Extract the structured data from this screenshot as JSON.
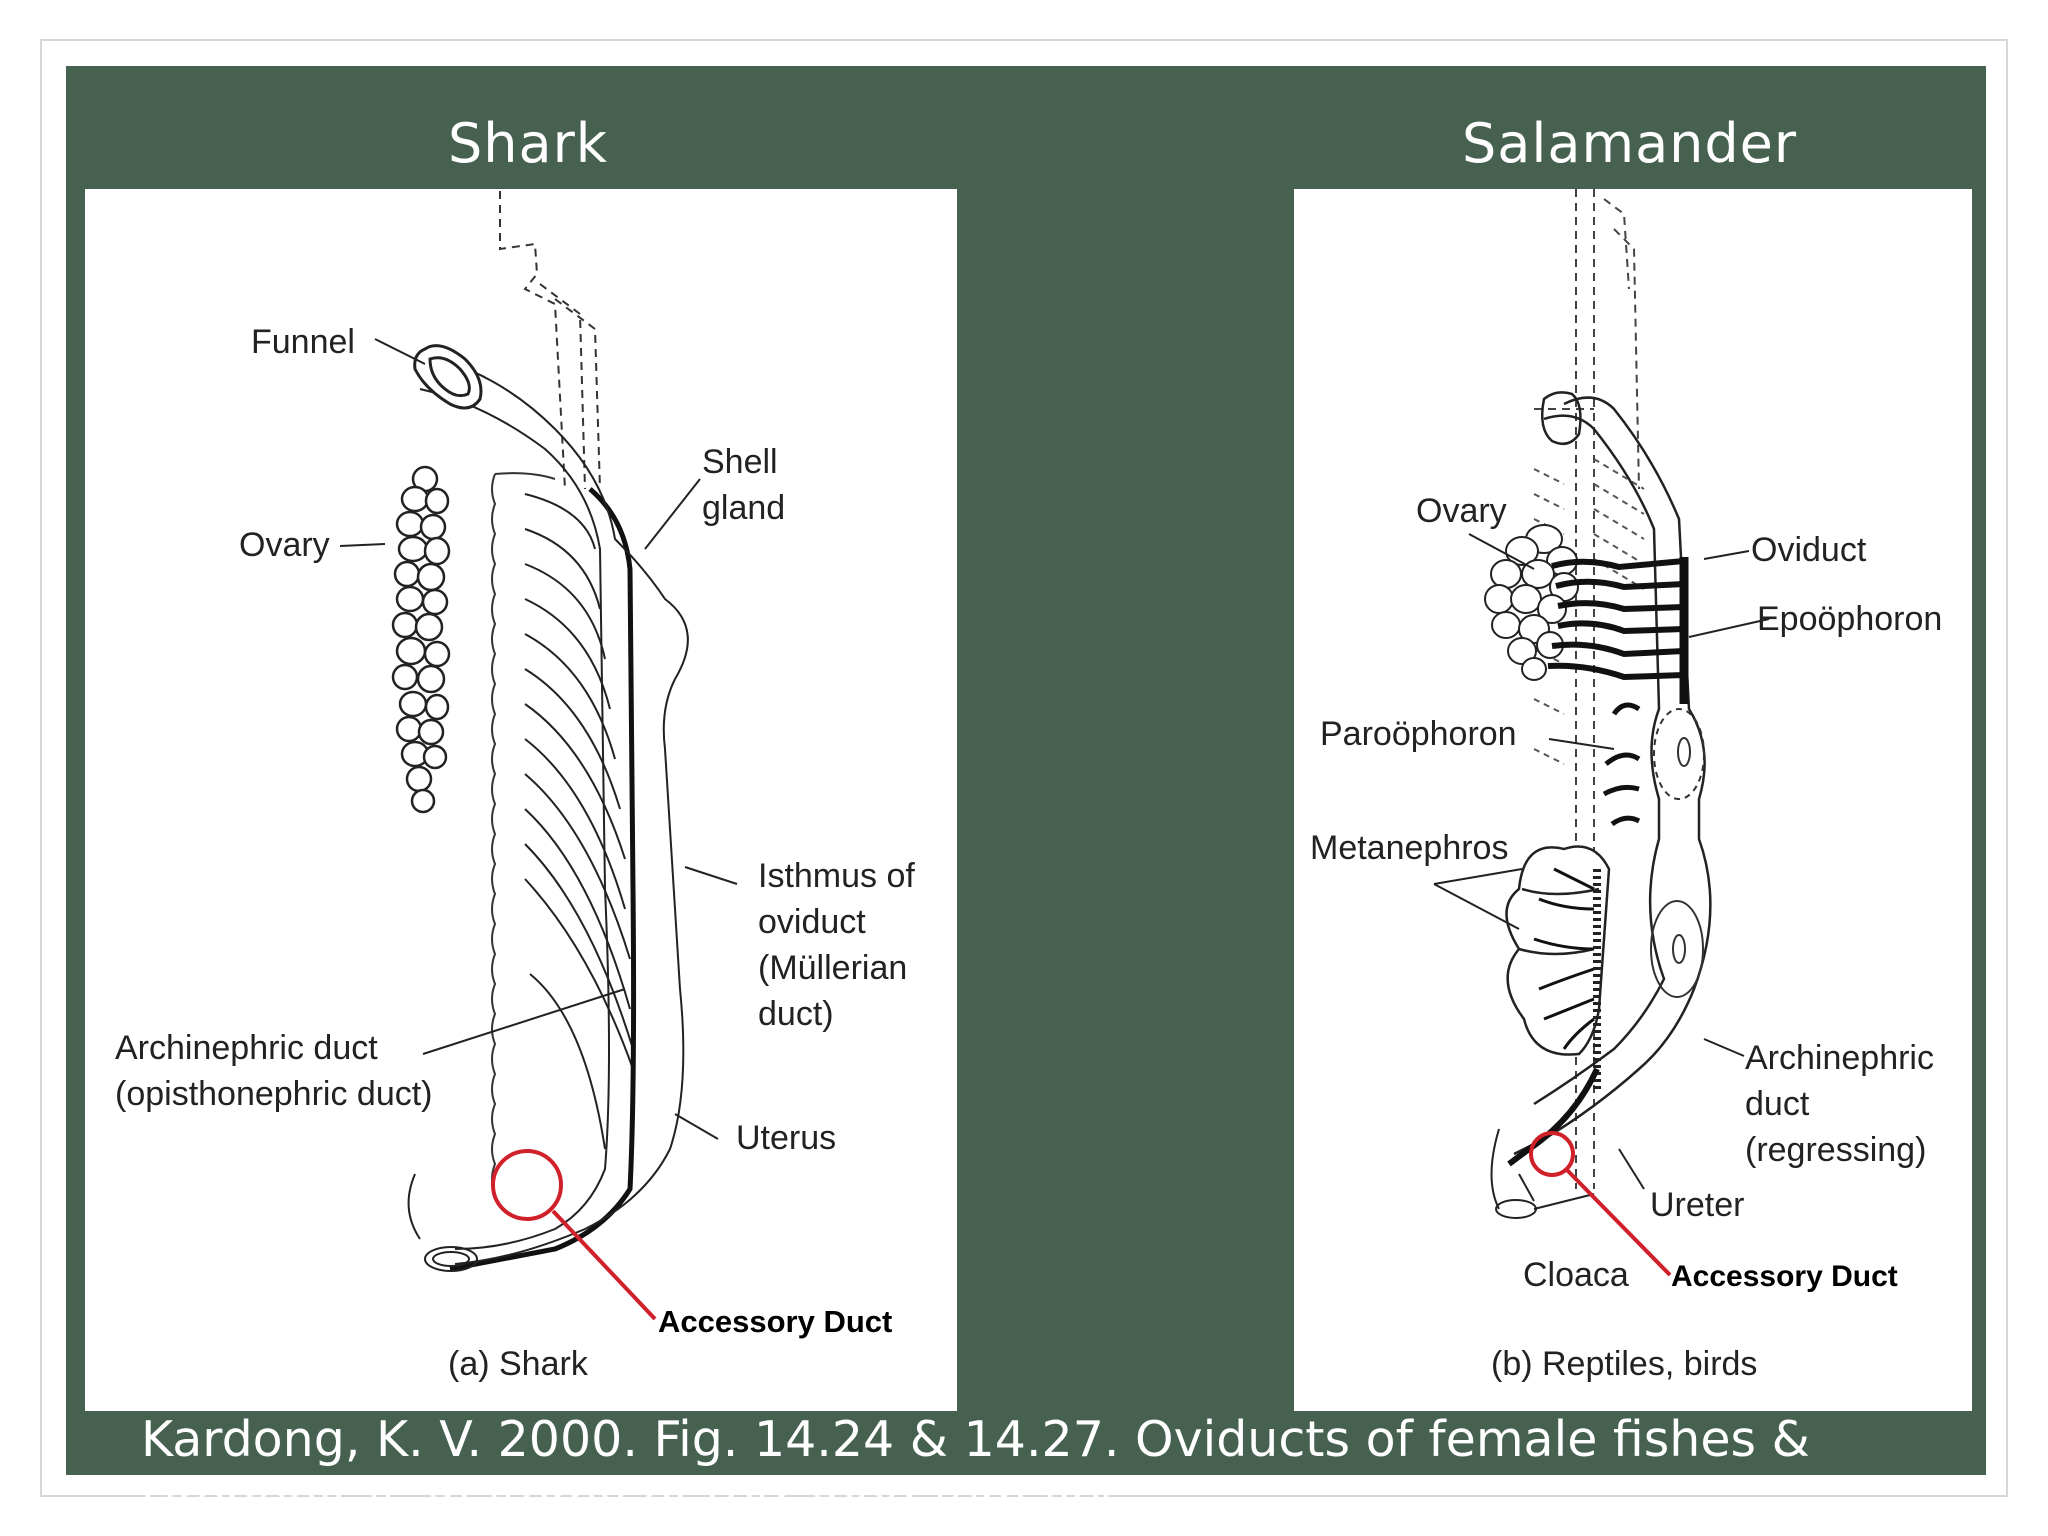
{
  "slide": {
    "left_title": "Shark",
    "right_title": "Salamander",
    "caption_line1": "Kardong, K. V. 2000. Fig. 14.24 & 14.27. Oviducts of female fishes &",
    "caption_line2": "Urogenital anatomy of tetrapod females"
  },
  "panel_a": {
    "funnel": "Funnel",
    "ovary": "Ovary",
    "shell_gland_1": "Shell",
    "shell_gland_2": "gland",
    "isthmus_1": "Isthmus of",
    "isthmus_2": "oviduct",
    "isthmus_3": "(Müllerian",
    "isthmus_4": "duct)",
    "archinephric_1": "Archinephric duct",
    "archinephric_2": "(opisthonephric duct)",
    "uterus": "Uterus",
    "accessory_duct": "Accessory Duct",
    "figure_label": "(a) Shark"
  },
  "panel_b": {
    "ovary": "Ovary",
    "oviduct": "Oviduct",
    "epoophoron": "Epoöphoron",
    "paroophoron": "Paroöphoron",
    "metanephros": "Metanephros",
    "archinephric_1": "Archinephric",
    "archinephric_2": "duct",
    "archinephric_3": "(regressing)",
    "ureter": "Ureter",
    "cloaca": "Cloaca",
    "accessory_duct": "Accessory Duct",
    "figure_label": "(b) Reptiles, birds"
  },
  "colors": {
    "slide_background": "#466150",
    "highlight": "#d0202a"
  }
}
